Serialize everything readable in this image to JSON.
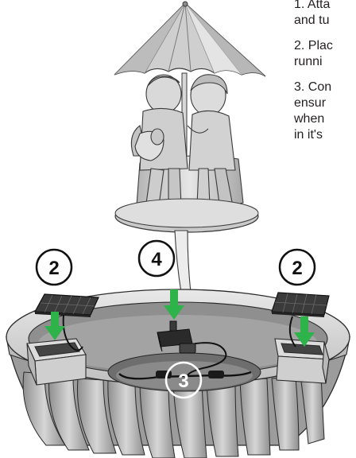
{
  "instructions": [
    {
      "line1": "1. Atta",
      "line2": "and tu"
    },
    {
      "line1": "2. Plac",
      "line2": "runni"
    },
    {
      "line1": "3. Con",
      "line2": "ensur",
      "line3": "when",
      "line4": "in it's"
    }
  ],
  "callouts": {
    "solar_left": "2",
    "pole": "4",
    "solar_right": "2",
    "connector": "3"
  },
  "colors": {
    "arrow": "#2db34a",
    "stone_light": "#dcdcdc",
    "stone_mid": "#bdbdbd",
    "stone_dark": "#9a9a9a",
    "panel": "#3b3b3b",
    "outline": "#1a1a1a"
  }
}
